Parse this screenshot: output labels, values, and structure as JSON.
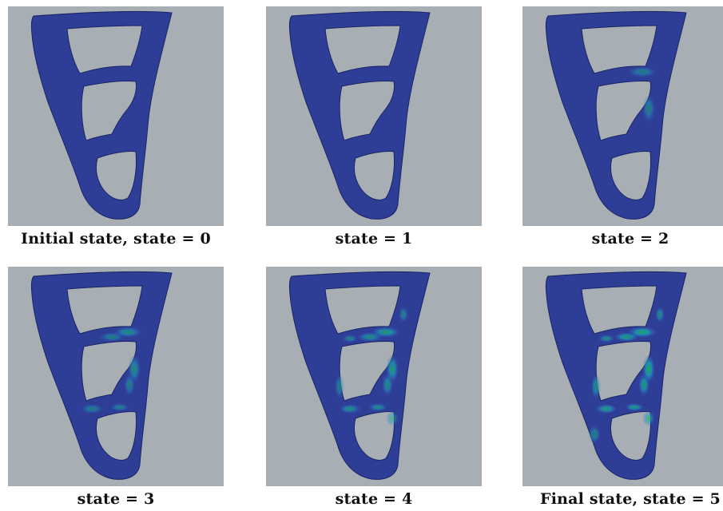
{
  "figure": {
    "panels": [
      {
        "caption": "Initial state, state = 0",
        "level": 0
      },
      {
        "caption": "state = 1",
        "level": 1
      },
      {
        "caption": "state = 2",
        "level": 2
      },
      {
        "caption": "state = 3",
        "level": 3
      },
      {
        "caption": "state = 4",
        "level": 4
      },
      {
        "caption": "state = 5",
        "level": 5
      }
    ],
    "colors": {
      "background": "#a8afb4",
      "bone": "#2e3e96",
      "low_stress": "#3b5cc4",
      "mid_stress": "#1aa3b8",
      "high_stress": "#1fae4a"
    }
  }
}
